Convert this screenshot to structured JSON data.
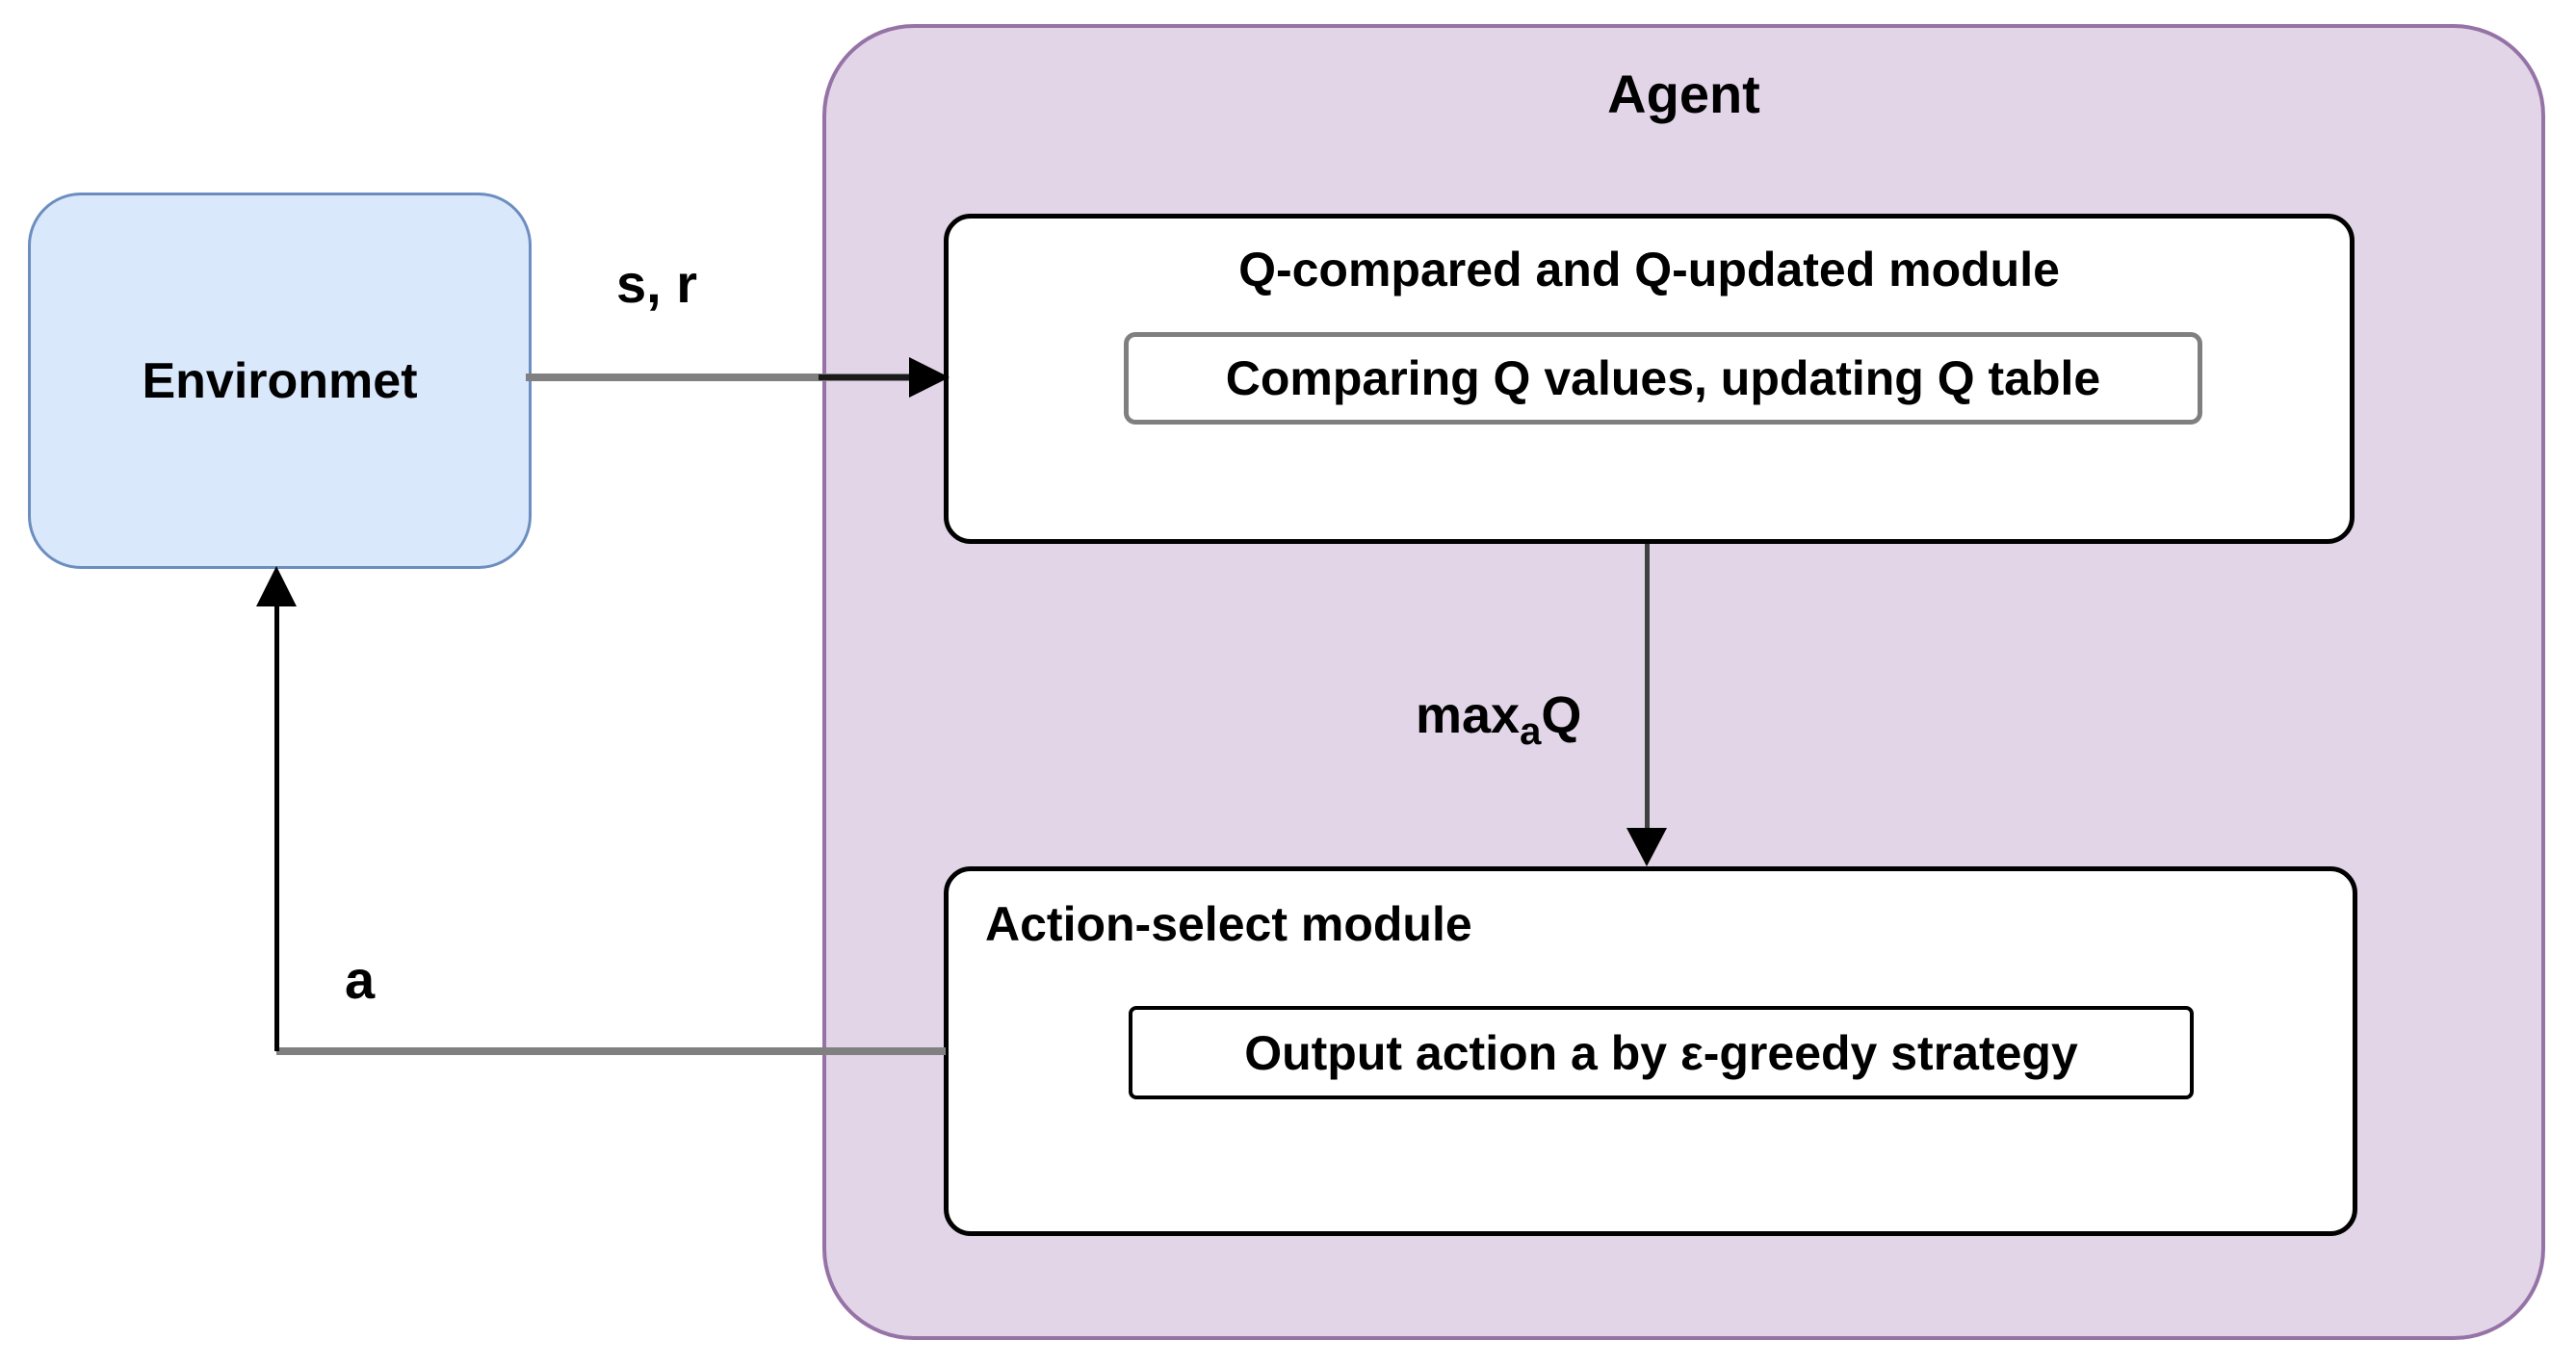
{
  "diagram": {
    "background_color": "#ffffff",
    "environment": {
      "label": "Environmet",
      "fill_color": "#dae8fc",
      "border_color": "#6c8ebf"
    },
    "agent": {
      "title": "Agent",
      "fill_color": "#e1d5e7",
      "border_color": "#9673a6"
    },
    "q_module": {
      "title": "Q-compared and Q-updated module",
      "inner_label": "Comparing Q values, updating Q table",
      "inner_border_color": "#7f7f7f"
    },
    "action_module": {
      "title": "Action-select module",
      "inner_label": "Output action a by ε-greedy strategy"
    },
    "edges": {
      "state_reward_label": "s, r",
      "action_label": "a",
      "maxq_prefix": "max",
      "maxq_subscript": "a",
      "maxq_suffix": "Q",
      "line_gray_color": "#808080",
      "line_black_color": "#000000"
    }
  }
}
